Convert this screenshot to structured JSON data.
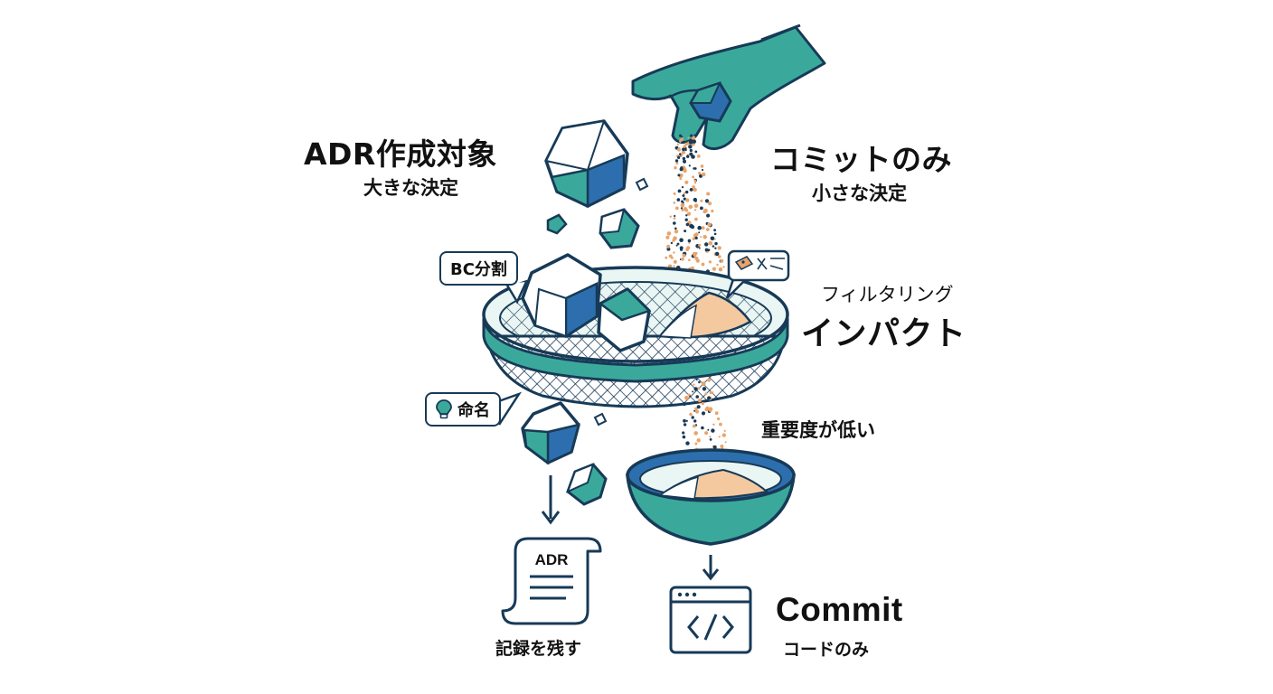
{
  "labels": {
    "adr_target": "ADR作成対象",
    "big_decision": "大きな決定",
    "commit_only": "コミットのみ",
    "small_decision": "小さな決定",
    "filtering": "フィルタリング",
    "impact": "インパクト",
    "low_importance": "重要度が低い",
    "commit": "Commit",
    "code_only": "コードのみ",
    "keep_record": "記録を残す"
  },
  "tags": {
    "bc_split": "BC分割",
    "naming": "命名"
  },
  "document": {
    "title": "ADR"
  },
  "icons": {
    "tag_right_icon": "tag-icon",
    "naming_icon": "lightbulb-icon",
    "code_window_icon": "code-icon"
  },
  "colors": {
    "navy": "#173a57",
    "teal": "#3aa99b",
    "blue": "#2d6fae",
    "sand": "#e9a46b"
  }
}
